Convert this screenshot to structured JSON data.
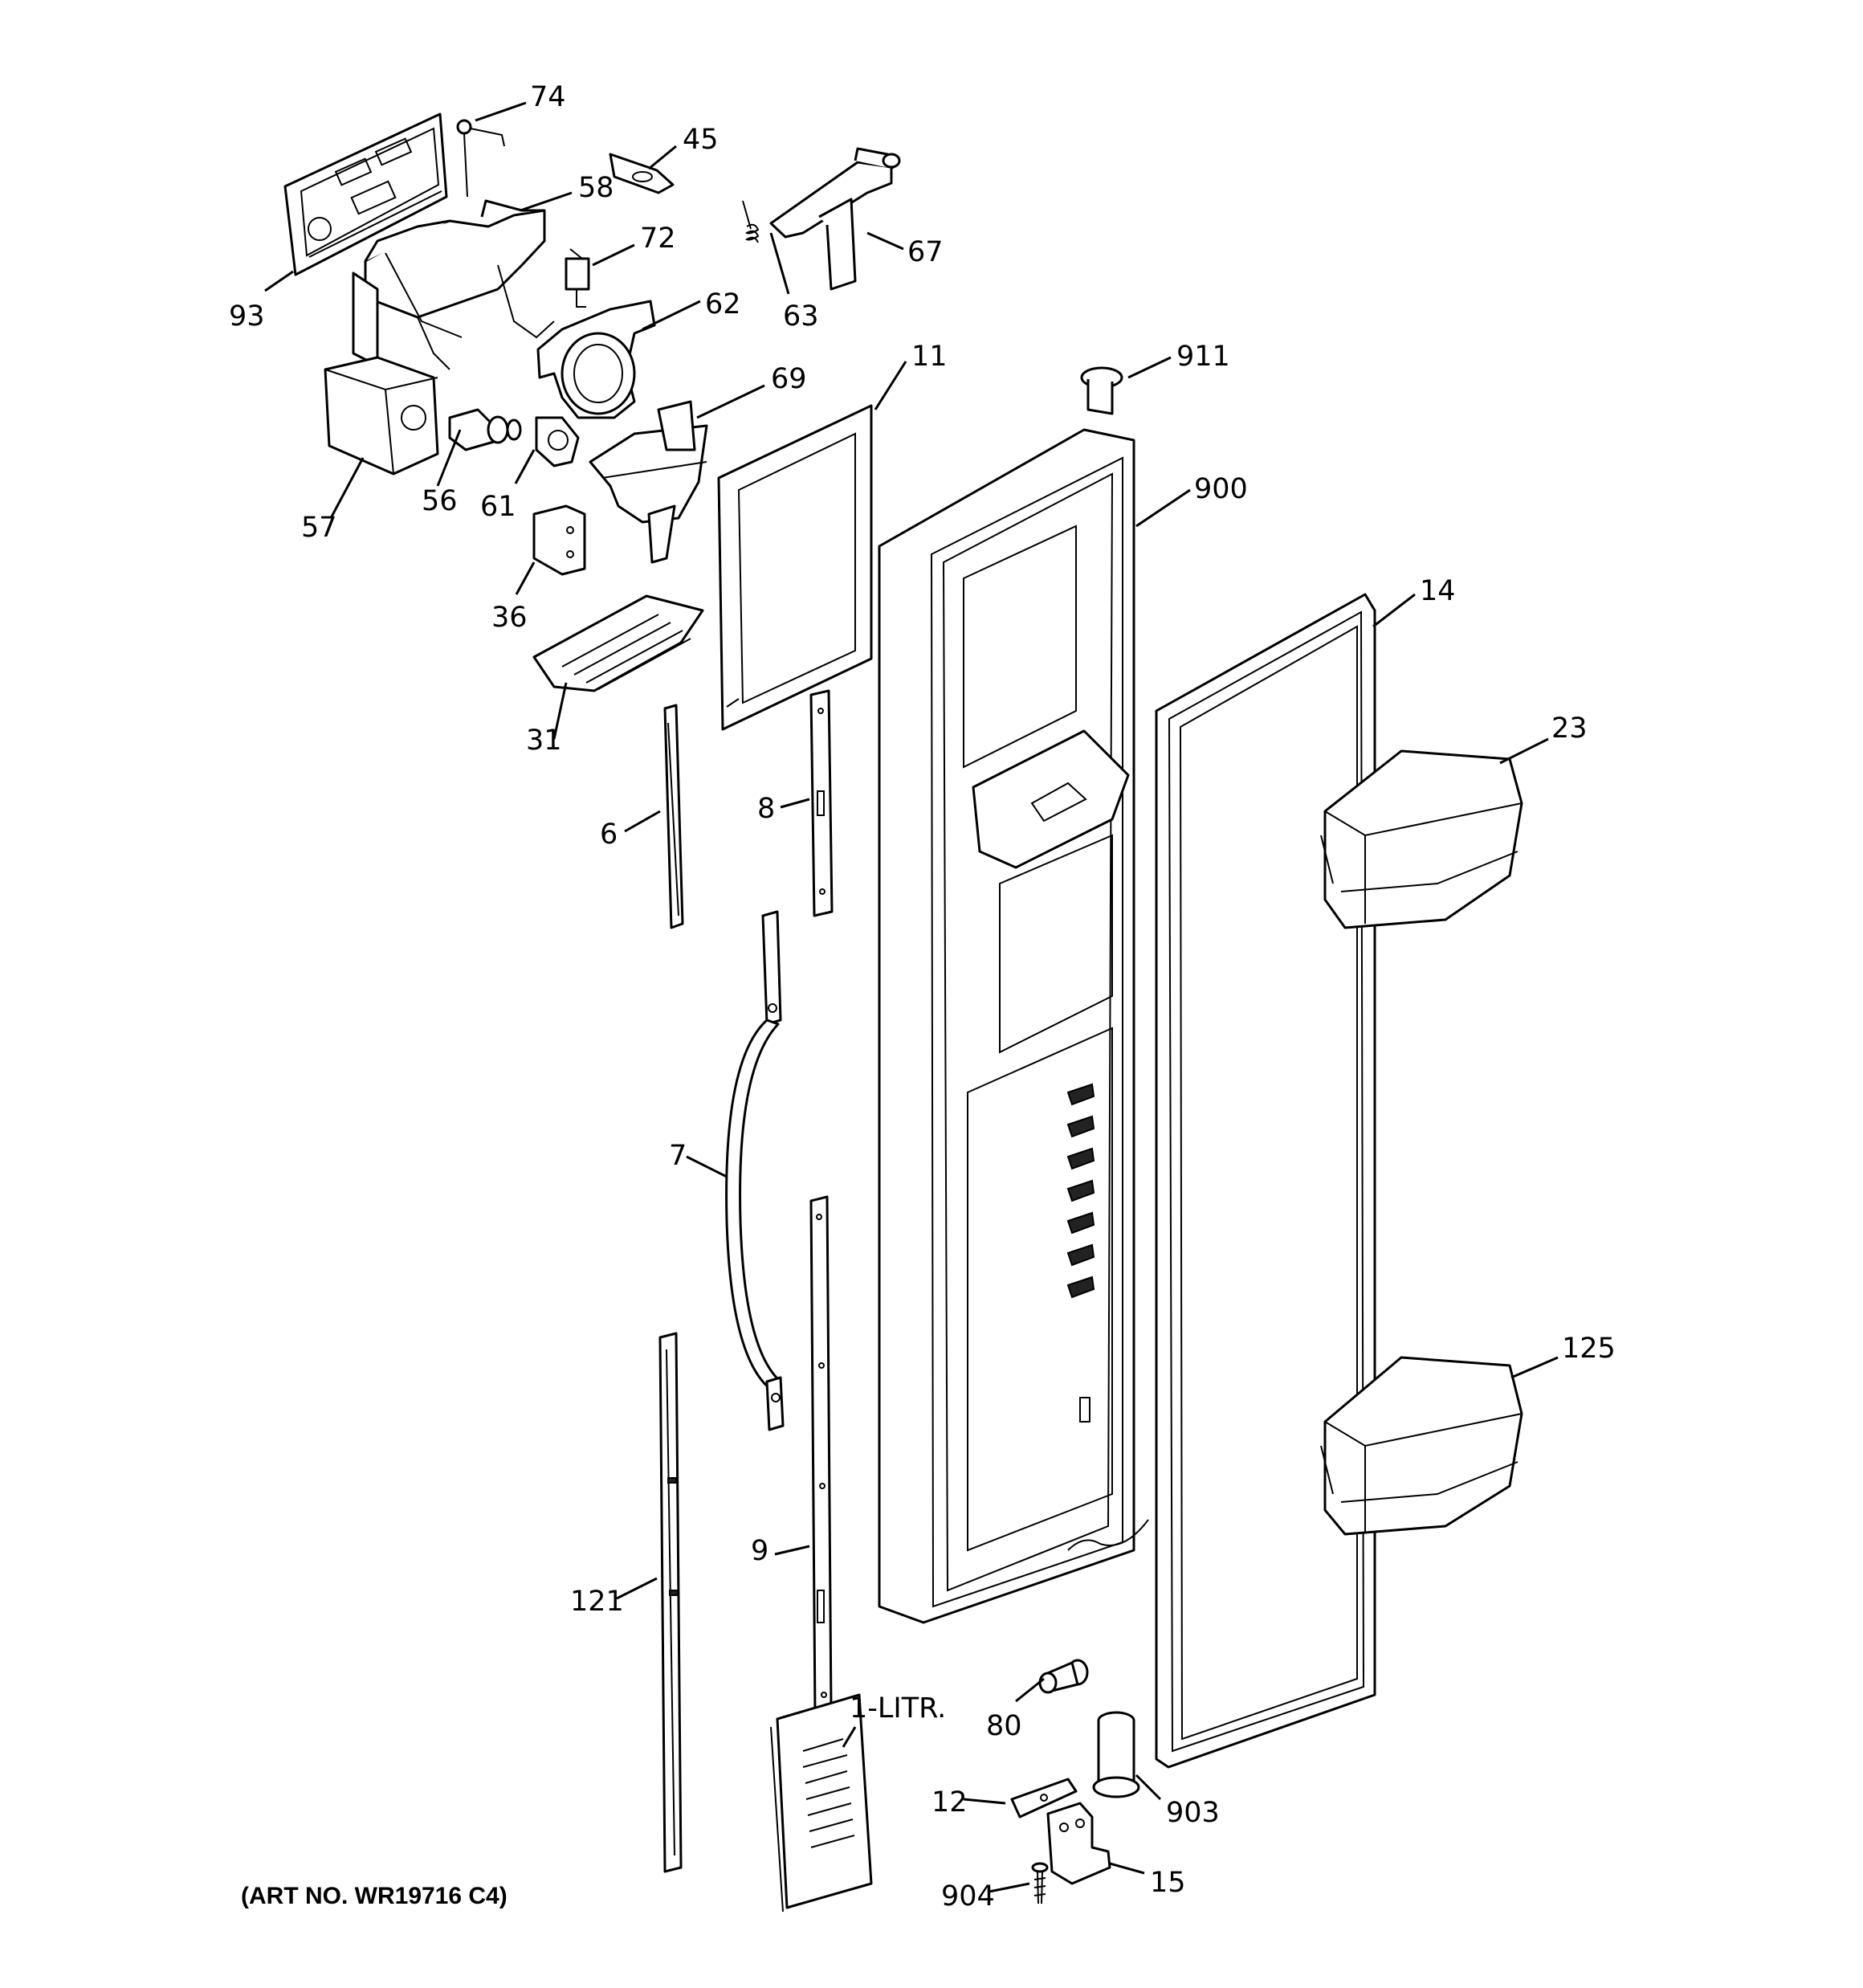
{
  "labels": {
    "p74": "74",
    "p45": "45",
    "p58": "58",
    "p72": "72",
    "p67": "67",
    "p63": "63",
    "p62": "62",
    "p93": "93",
    "p911": "911",
    "p69": "69",
    "p11": "11",
    "p900": "900",
    "p57": "57",
    "p56": "56",
    "p61": "61",
    "p36": "36",
    "p14": "14",
    "p31": "31",
    "p23": "23",
    "p8": "8",
    "p6": "6",
    "p7": "7",
    "p125": "125",
    "p9": "9",
    "p121": "121",
    "p80": "80",
    "p1litr": "1-LITR.",
    "p903": "903",
    "p12": "12",
    "p904": "904",
    "p15": "15"
  },
  "art_number": "(ART NO. WR19716 C4)"
}
